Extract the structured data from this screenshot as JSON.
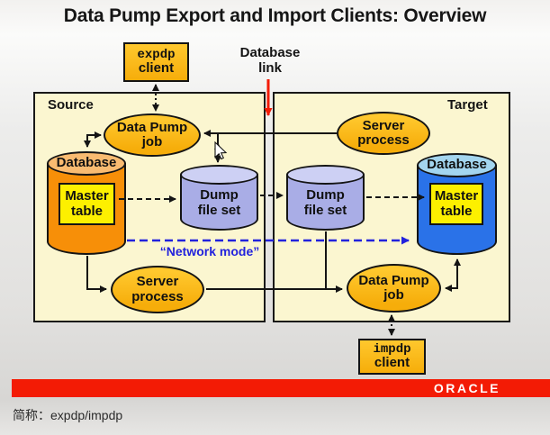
{
  "title": "Data Pump Export and Import Clients: Overview",
  "annotations": {
    "database_link": "Database\nlink",
    "network_mode": "“Network mode”"
  },
  "clients": {
    "expdp": {
      "command": "expdp",
      "label": "client"
    },
    "impdp": {
      "command": "impdp",
      "label": "client"
    }
  },
  "source": {
    "label": "Source",
    "data_pump_job": "Data Pump\njob",
    "server_process": "Server\nprocess",
    "database": "Database",
    "master_table": "Master\ntable",
    "dump_file_set": "Dump\nfile set"
  },
  "target": {
    "label": "Target",
    "server_process": "Server\nprocess",
    "data_pump_job": "Data Pump\njob",
    "database": "Database",
    "master_table": "Master\ntable",
    "dump_file_set": "Dump\nfile set"
  },
  "footer": {
    "brand": "ORACLE",
    "caption": "简称：expdp/impdp"
  },
  "colors": {
    "gold": "#f6ad0a",
    "gold-light": "#ffc82e",
    "cream": "#fbf6d0",
    "db-orange": "#f78f08",
    "db-orange-top": "#f9bb71",
    "db-blue": "#2a72e8",
    "db-blue-top": "#a3d5ef",
    "dump-lavender": "#a9ade6",
    "dump-lavender-top": "#cdd0f4",
    "table-yellow": "#fdf000",
    "link-red": "#f31b05",
    "network-blue": "#2222dd",
    "bar-red": "#f31b05"
  }
}
